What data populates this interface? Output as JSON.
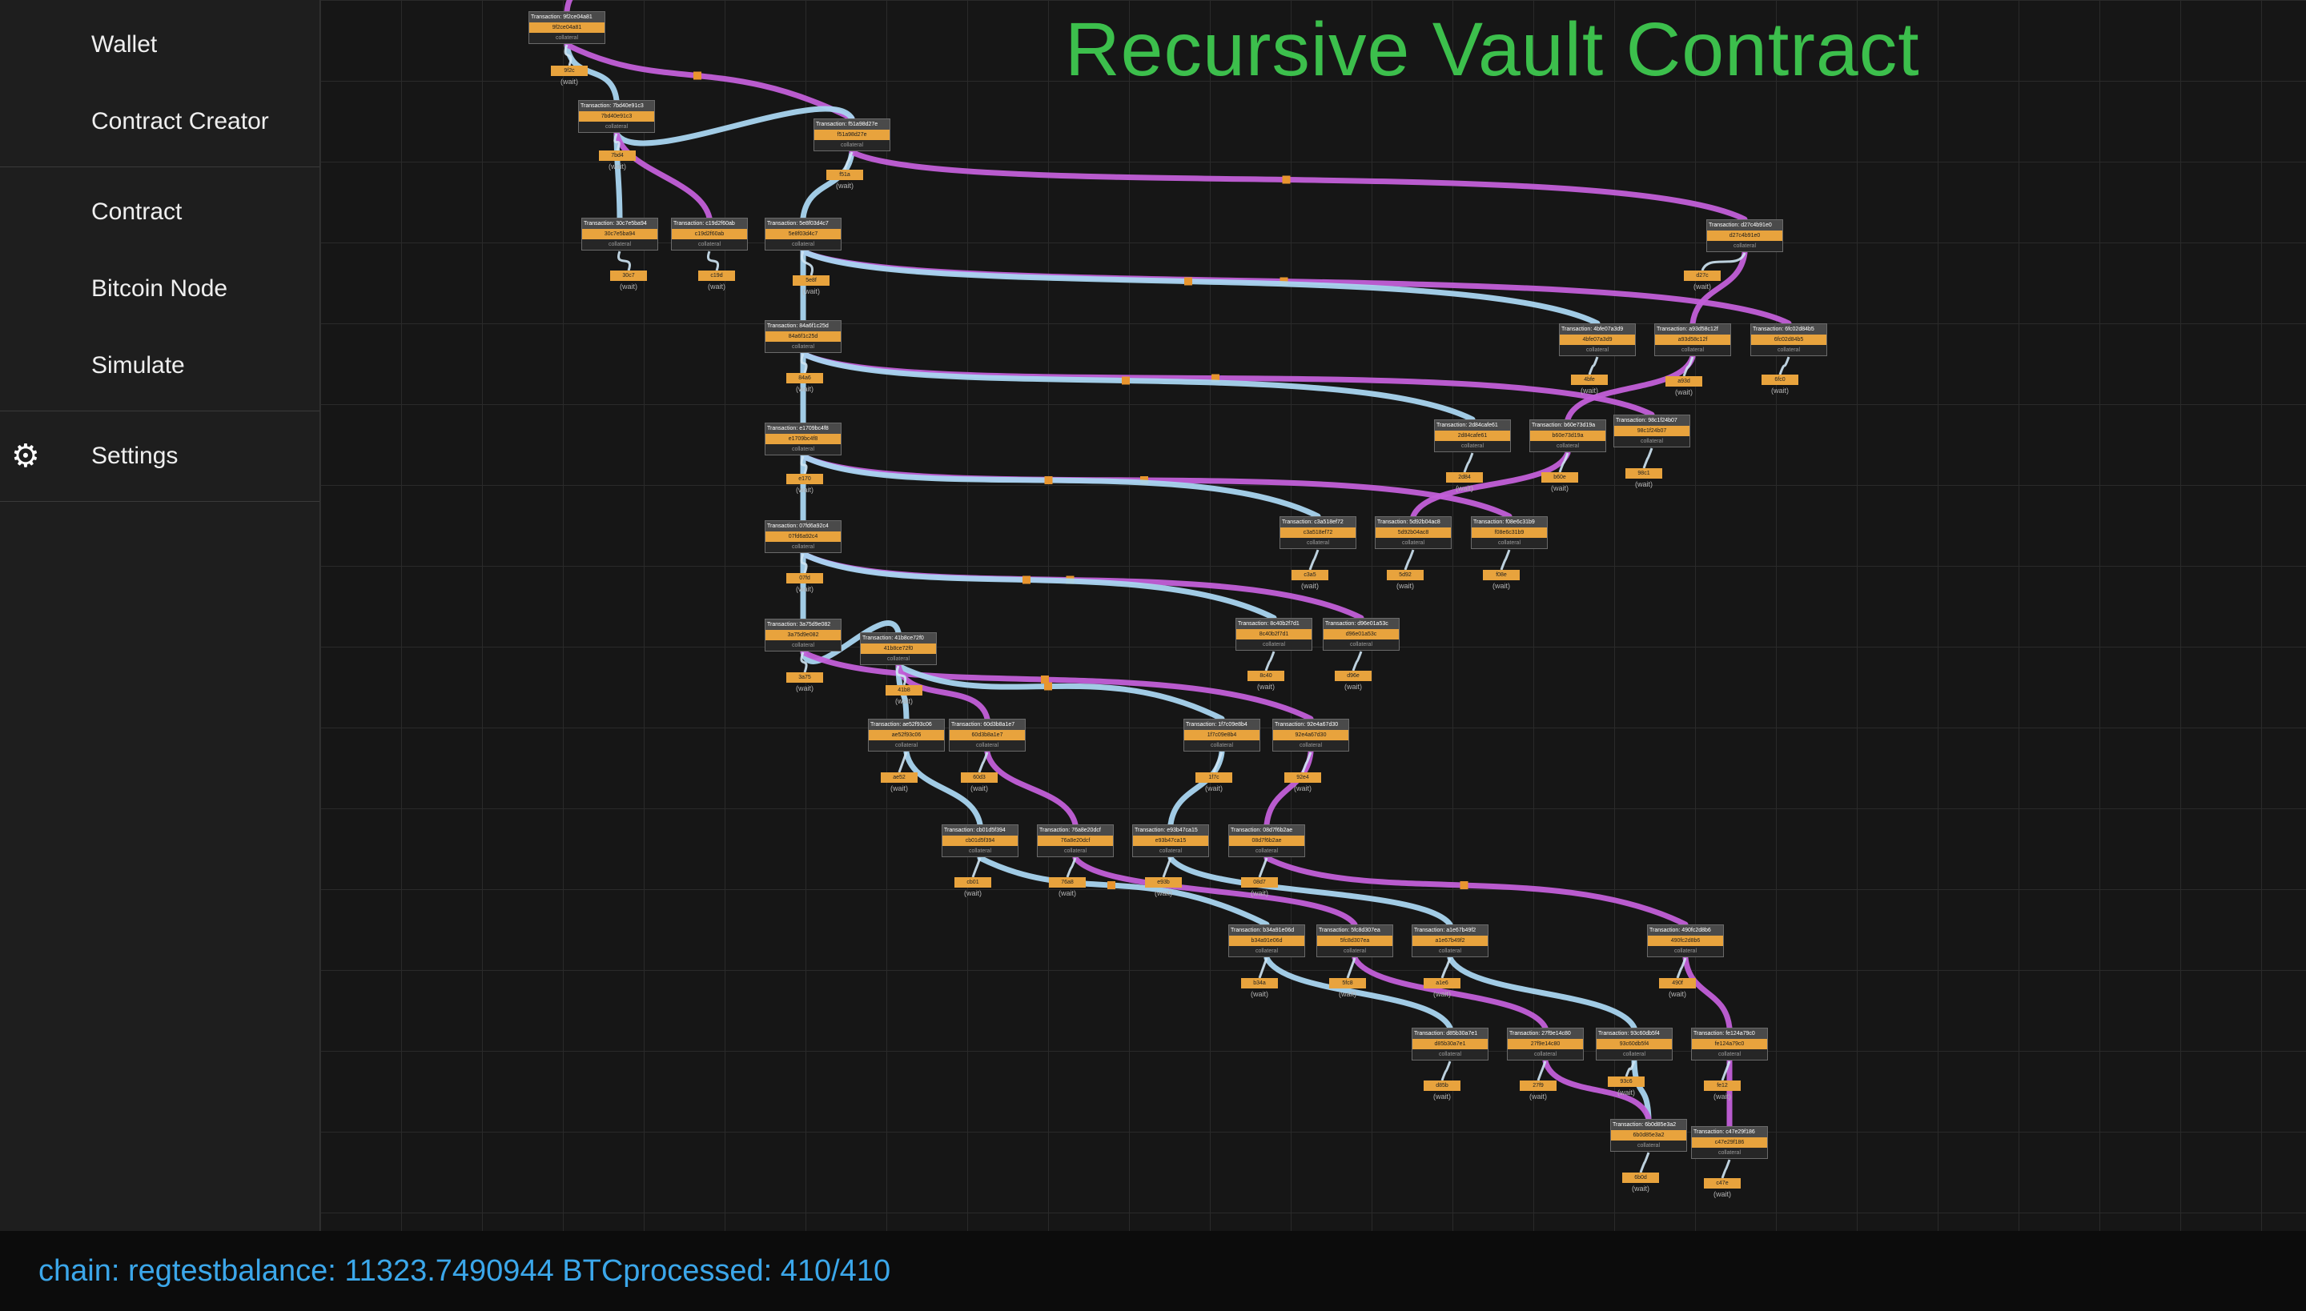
{
  "main": {
    "title": "Recursive Vault Contract"
  },
  "sidebar": {
    "groups": [
      {
        "items": [
          {
            "id": "wallet",
            "label": "Wallet"
          },
          {
            "id": "contract-creator",
            "label": "Contract Creator"
          }
        ]
      },
      {
        "items": [
          {
            "id": "contract",
            "label": "Contract"
          },
          {
            "id": "bitcoin-node",
            "label": "Bitcoin Node"
          },
          {
            "id": "simulate",
            "label": "Simulate"
          }
        ]
      },
      {
        "items": [
          {
            "id": "settings",
            "label": "Settings",
            "icon": "gear"
          }
        ]
      }
    ]
  },
  "icons": {
    "gear": "⚙"
  },
  "status": {
    "chain": "chain: regtest",
    "balance": "balance: 11323.7490944 BTC",
    "processed": "processed: 410/410"
  },
  "colors": {
    "title_green": "#3cbf4c",
    "edge_purple": "#c25fd8",
    "edge_blue": "#a9d5f0",
    "node_orange": "#e8a33d",
    "marker_orange": "#e8952f",
    "status_blue": "#3ba7ea"
  },
  "graph": {
    "tx_prefix": "Transaction: ",
    "node_tag": "collateral",
    "wait_label": "(wait)",
    "nodes": [
      [
        "t0",
        660,
        14,
        "9f2ce04a81"
      ],
      [
        "t1",
        722,
        125,
        "7bd40e91c3"
      ],
      [
        "t2",
        1016,
        148,
        "f51a98d27e"
      ],
      [
        "t3",
        726,
        272,
        "30c7e5ba94"
      ],
      [
        "t4",
        838,
        272,
        "c19d2f60ab"
      ],
      [
        "t5",
        955,
        272,
        "5e8f03d4c7"
      ],
      [
        "t6",
        2131,
        274,
        "d27c4b91e0"
      ],
      [
        "t7",
        955,
        400,
        "84a6f1c25d"
      ],
      [
        "t8",
        1947,
        404,
        "4bfe07a3d9"
      ],
      [
        "t9",
        2066,
        404,
        "a93d58c12f"
      ],
      [
        "t10",
        2186,
        404,
        "6fc02d84b5"
      ],
      [
        "t11",
        955,
        528,
        "e1709bc4f8"
      ],
      [
        "t12",
        1791,
        524,
        "2d84cafe61"
      ],
      [
        "t13",
        1910,
        524,
        "b60e73d19a"
      ],
      [
        "t14",
        2015,
        518,
        "98c1f24b07"
      ],
      [
        "t15",
        955,
        650,
        "07fd6a92c4"
      ],
      [
        "t16",
        1598,
        645,
        "c3a518ef72"
      ],
      [
        "t17",
        1717,
        645,
        "5d92b04ac8"
      ],
      [
        "t18",
        1837,
        645,
        "f08e6c31b9"
      ],
      [
        "t19",
        955,
        773,
        "3a75d9e082"
      ],
      [
        "t20",
        1543,
        772,
        "8c40b2f7d1"
      ],
      [
        "t21",
        1652,
        772,
        "d96e01a53c"
      ],
      [
        "t22",
        1074,
        790,
        "41b8ce72f0"
      ],
      [
        "t23",
        1084,
        898,
        "ae52f93c06"
      ],
      [
        "t24",
        1185,
        898,
        "60d3b8a1e7"
      ],
      [
        "t25",
        1478,
        898,
        "1f7c09e8b4"
      ],
      [
        "t26",
        1589,
        898,
        "92e4a67d30"
      ],
      [
        "t27",
        1176,
        1030,
        "cb01d5f394"
      ],
      [
        "t28",
        1295,
        1030,
        "76a8e20dcf"
      ],
      [
        "t29",
        1414,
        1030,
        "e93b47ca15"
      ],
      [
        "t30",
        1534,
        1030,
        "08d7f6b2ae"
      ],
      [
        "t31",
        1534,
        1155,
        "b34a91e06d"
      ],
      [
        "t32",
        1644,
        1155,
        "5fc8d307ea"
      ],
      [
        "t33",
        1763,
        1155,
        "a1e67b49f2"
      ],
      [
        "t34",
        2057,
        1155,
        "490fc2d8b6"
      ],
      [
        "t35",
        1763,
        1284,
        "d85b30a7e1"
      ],
      [
        "t36",
        1882,
        1284,
        "27f9e14c80"
      ],
      [
        "t37",
        1993,
        1284,
        "93c60db5f4"
      ],
      [
        "t38",
        2112,
        1284,
        "fe124a79c0"
      ],
      [
        "t39",
        2011,
        1398,
        "6b0d85e3a2"
      ],
      [
        "t40",
        2112,
        1407,
        "c47e29f186"
      ]
    ],
    "waits": [
      [
        688,
        82,
        "t0"
      ],
      [
        748,
        188,
        "t1"
      ],
      [
        1032,
        212,
        "t2"
      ],
      [
        762,
        338,
        "t3"
      ],
      [
        872,
        338,
        "t4"
      ],
      [
        990,
        344,
        "t5"
      ],
      [
        2103,
        338,
        "t6"
      ],
      [
        982,
        466,
        "t7"
      ],
      [
        1962,
        468,
        "t8"
      ],
      [
        2080,
        470,
        "t9"
      ],
      [
        2200,
        468,
        "t10"
      ],
      [
        982,
        592,
        "t11"
      ],
      [
        1806,
        590,
        "t12"
      ],
      [
        1925,
        590,
        "t13"
      ],
      [
        2030,
        585,
        "t14"
      ],
      [
        982,
        716,
        "t15"
      ],
      [
        1613,
        712,
        "t16"
      ],
      [
        1732,
        712,
        "t17"
      ],
      [
        1852,
        712,
        "t18"
      ],
      [
        982,
        840,
        "t19"
      ],
      [
        1558,
        838,
        "t20"
      ],
      [
        1667,
        838,
        "t21"
      ],
      [
        1106,
        856,
        "t22"
      ],
      [
        1100,
        965,
        "t23"
      ],
      [
        1200,
        965,
        "t24"
      ],
      [
        1493,
        965,
        "t25"
      ],
      [
        1604,
        965,
        "t26"
      ],
      [
        1192,
        1096,
        "t27"
      ],
      [
        1310,
        1096,
        "t28"
      ],
      [
        1430,
        1096,
        "t29"
      ],
      [
        1550,
        1096,
        "t30"
      ],
      [
        1550,
        1222,
        "t31"
      ],
      [
        1660,
        1222,
        "t32"
      ],
      [
        1778,
        1222,
        "t33"
      ],
      [
        2072,
        1222,
        "t34"
      ],
      [
        1778,
        1350,
        "t35"
      ],
      [
        1898,
        1350,
        "t36"
      ],
      [
        2008,
        1345,
        "t37"
      ],
      [
        2128,
        1350,
        "t38"
      ],
      [
        2026,
        1465,
        "t39"
      ],
      [
        2128,
        1472,
        "t40"
      ]
    ],
    "edges": [
      [
        "start",
        "t0",
        "p"
      ],
      [
        "t0",
        "t1",
        "b"
      ],
      [
        "t0",
        "t2",
        "p"
      ],
      [
        "t1",
        "t2",
        "b"
      ],
      [
        "t1",
        "t3",
        "b"
      ],
      [
        "t1",
        "t4",
        "p"
      ],
      [
        "t2",
        "t5",
        "b"
      ],
      [
        "t2",
        "t6",
        "p"
      ],
      [
        "t5",
        "t7",
        "b"
      ],
      [
        "t5",
        "t10",
        "p"
      ],
      [
        "t5",
        "t8",
        "b"
      ],
      [
        "t6",
        "t9",
        "p"
      ],
      [
        "t7",
        "t11",
        "b"
      ],
      [
        "t7",
        "t14",
        "p"
      ],
      [
        "t7",
        "t12",
        "b"
      ],
      [
        "t9",
        "t13",
        "p"
      ],
      [
        "t11",
        "t15",
        "b"
      ],
      [
        "t11",
        "t18",
        "p"
      ],
      [
        "t11",
        "t16",
        "b"
      ],
      [
        "t13",
        "t17",
        "p"
      ],
      [
        "t15",
        "t19",
        "b"
      ],
      [
        "t15",
        "t21",
        "p"
      ],
      [
        "t15",
        "t20",
        "b"
      ],
      [
        "t19",
        "t22",
        "b"
      ],
      [
        "t19",
        "t26",
        "p"
      ],
      [
        "t22",
        "t25",
        "b"
      ],
      [
        "t22",
        "t23",
        "b"
      ],
      [
        "t22",
        "t24",
        "p"
      ],
      [
        "t23",
        "t27",
        "b"
      ],
      [
        "t24",
        "t28",
        "p"
      ],
      [
        "t25",
        "t29",
        "b"
      ],
      [
        "t26",
        "t30",
        "p"
      ],
      [
        "t27",
        "t31",
        "b"
      ],
      [
        "t28",
        "t32",
        "p"
      ],
      [
        "t29",
        "t33",
        "b"
      ],
      [
        "t30",
        "t34",
        "p"
      ],
      [
        "t31",
        "t35",
        "b"
      ],
      [
        "t32",
        "t36",
        "p"
      ],
      [
        "t33",
        "t37",
        "b"
      ],
      [
        "t34",
        "t38",
        "p"
      ],
      [
        "t37",
        "t39",
        "b"
      ],
      [
        "t36",
        "t39",
        "p"
      ],
      [
        "t38",
        "t40",
        "p"
      ]
    ]
  }
}
